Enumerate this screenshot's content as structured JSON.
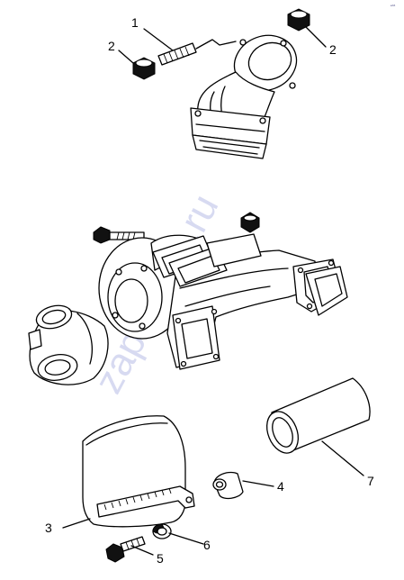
{
  "watermark": "zapvamm.ru",
  "corner_mark": "•ˣᵃ",
  "callouts": {
    "c1": "1",
    "c2a": "2",
    "c2b": "2",
    "c3": "3",
    "c4": "4",
    "c5": "5",
    "c6": "6",
    "c7": "7"
  }
}
